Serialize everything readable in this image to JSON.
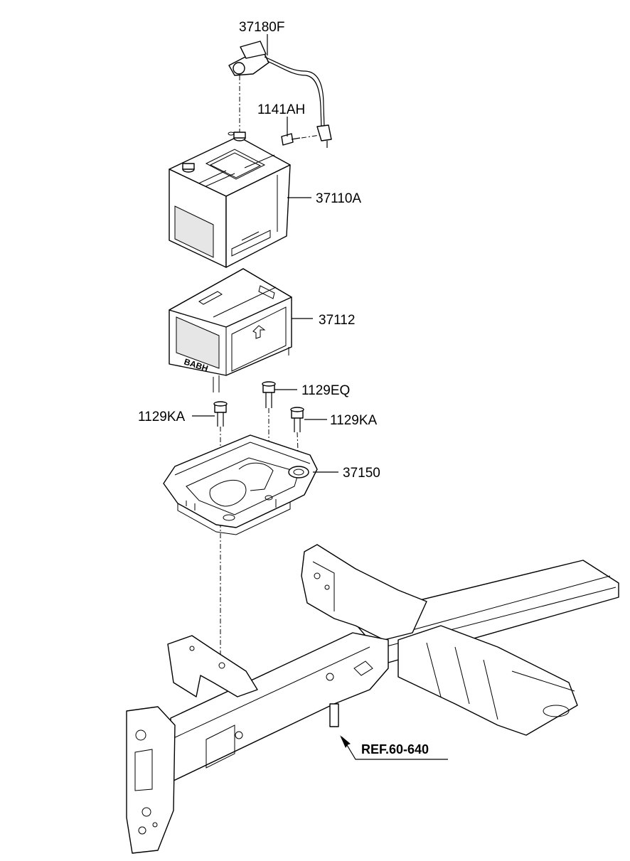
{
  "diagram": {
    "labels": {
      "cable": "37180F",
      "bolt_small": "1141AH",
      "battery": "37110A",
      "insulation_pad": "37112",
      "bolt_center": "1129EQ",
      "bolt_left": "1129KA",
      "bolt_right": "1129KA",
      "tray": "37150",
      "reference": "REF.60-640"
    }
  }
}
